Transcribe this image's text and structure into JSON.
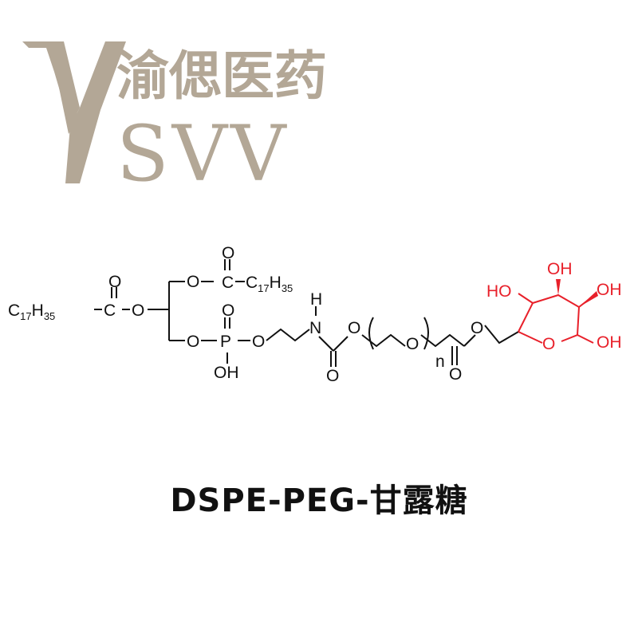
{
  "logo": {
    "company_name": "渝偲医药",
    "letters": "SVV",
    "color": "#b3a796",
    "icon": "svv-logo-icon"
  },
  "structure": {
    "bond_color": "#111111",
    "sugar_color": "#e8202a",
    "labels": {
      "o": "O",
      "c": "C",
      "p": "P",
      "n": "N",
      "h": "H",
      "oh": "OH",
      "ho": "HO",
      "repeat_n": "n",
      "c17": "C",
      "sub17": "17",
      "h35": "H",
      "sub35": "35"
    }
  },
  "compound": {
    "name": "DSPE-PEG-甘露糖"
  }
}
